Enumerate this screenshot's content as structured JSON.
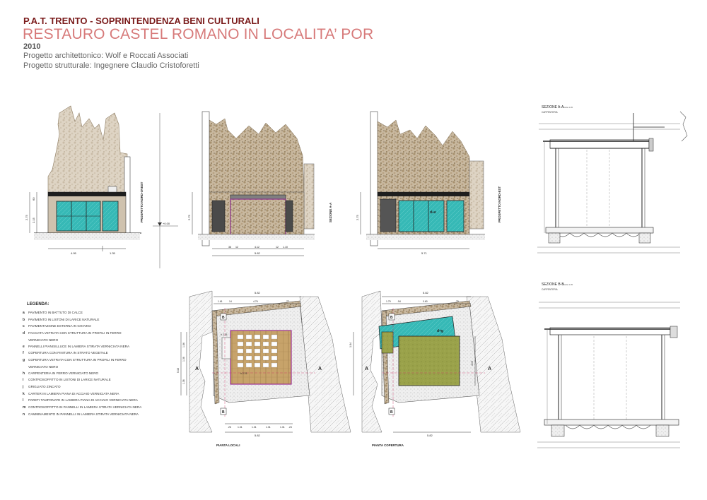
{
  "header": {
    "org": "P.A.T. TRENTO - SOPRINTENDENZA BENI CULTURALI",
    "title": "RESTAURO CASTEL ROMANO IN LOCALITA’ POR",
    "year": "2010",
    "line1": "Progetto architettonico: Wolf e Roccati Associati",
    "line2": "Progetto strutturale: Ingegnere Claudio Cristoforetti"
  },
  "colors": {
    "header_org": "#7a1b1b",
    "header_title": "#d77a7a",
    "glass": "#2fb5b5",
    "wood": "#c9a56a",
    "green_roof": "#9aa24a",
    "wall": "#b7a58c",
    "section_cut": "#9a2f8f"
  },
  "elevations": {
    "nordovest_label": "PROSPETTO NORD-OVEST",
    "sezione_label": "SEZIONE A-A",
    "nordest_label": "PROSPETTO NORD-EST",
    "level": "+0.00",
    "dims_left": [
      "2.15",
      "2.75",
      "60"
    ],
    "dims_bottom_1": [
      "4.95",
      "1.35"
    ],
    "dims_bottom_2": [
      "36",
      "12",
      "4.12",
      "12",
      "1.10"
    ],
    "dims_total_2": "5.82",
    "dims_bottom_3": "5.71",
    "tag_door": "d+e"
  },
  "legend": {
    "title": "LEGENDA:",
    "items": [
      {
        "key": "a",
        "text": "PAVIMENTO IN BATTUTO DI CALCE"
      },
      {
        "key": "b",
        "text": "PAVIMENTO IN LISTONI DI LARICE NATURALE"
      },
      {
        "key": "c",
        "text": "PAVIMENTAZIONE ESTERNA IN GHIAINO"
      },
      {
        "key": "d",
        "text": "FACCIATA VETRATA CON STRUTTURA IN PROFILI IN FERRO"
      },
      {
        "key": "",
        "text": "VERNICIATO NERO"
      },
      {
        "key": "e",
        "text": "PANNELLI PIANISILLUCE IN LAMIERA STIRATA VERNICIATA NERA"
      },
      {
        "key": "f",
        "text": "COPERTURA CON FINITURA IN STRATO VEGETALE"
      },
      {
        "key": "g",
        "text": "COPERTURA VETRATA CON STRUTTURA IN PROFILI IN FERRO"
      },
      {
        "key": "",
        "text": "VERNICIATO NERO"
      },
      {
        "key": "h",
        "text": "CARPENTERIA IN FERRO VERNICIATO NERO"
      },
      {
        "key": "i",
        "text": "CONTROSOFFITTO IN LISTONI DI LARICE NATURALE"
      },
      {
        "key": "j",
        "text": "GRIGLIATO ZINCATO"
      },
      {
        "key": "k",
        "text": "CARTER IN LAMIERA PIANA DI ACCIAIO VERNICIATA NERA"
      },
      {
        "key": "l",
        "text": "PARETI TAMPONATE IN LAMIERA PIANA DI ACCIAIO VERNICIATA NERA"
      },
      {
        "key": "m",
        "text": "CONTROSOFFITTO IN PANNELLI IN LAMIERA STIRATA VERNICIATA NERA"
      },
      {
        "key": "n",
        "text": "CAMMINAMENTO IN PANNELLI IN LAMIERA STIRATA VERNICIATA NERA"
      }
    ]
  },
  "plans": {
    "locali_label": "PIANTA LOCALI",
    "copertura_label": "PIANTA COPERTURA",
    "dim_top": "5.82",
    "dims_top_locali": [
      "1.61",
      "14",
      "4.76",
      ".77"
    ],
    "dims_top_copertura": [
      "1.79",
      ".54",
      "0.60",
      ".79"
    ],
    "dims_bottom_locali": [
      ".26",
      "1.31",
      "1.31",
      "1.31",
      "1.31",
      ".24"
    ],
    "dim_bottom": "5.82",
    "dims_side": [
      "1.84",
      "1.36",
      "1.36",
      "1.36"
    ],
    "height_side": "5.16",
    "height_side_2": "4.09",
    "section_a": "A",
    "section_b": "B",
    "tag_h": "h 2.15",
    "tag_h2": "h 2.76",
    "tag_roof": "d+g"
  },
  "sections": {
    "sezione_aa": "SEZIONE A-A",
    "sezione_bb": "SEZIONE B-B",
    "subtitle": "CARPENTERIA",
    "scale": "Scala 1:20"
  }
}
